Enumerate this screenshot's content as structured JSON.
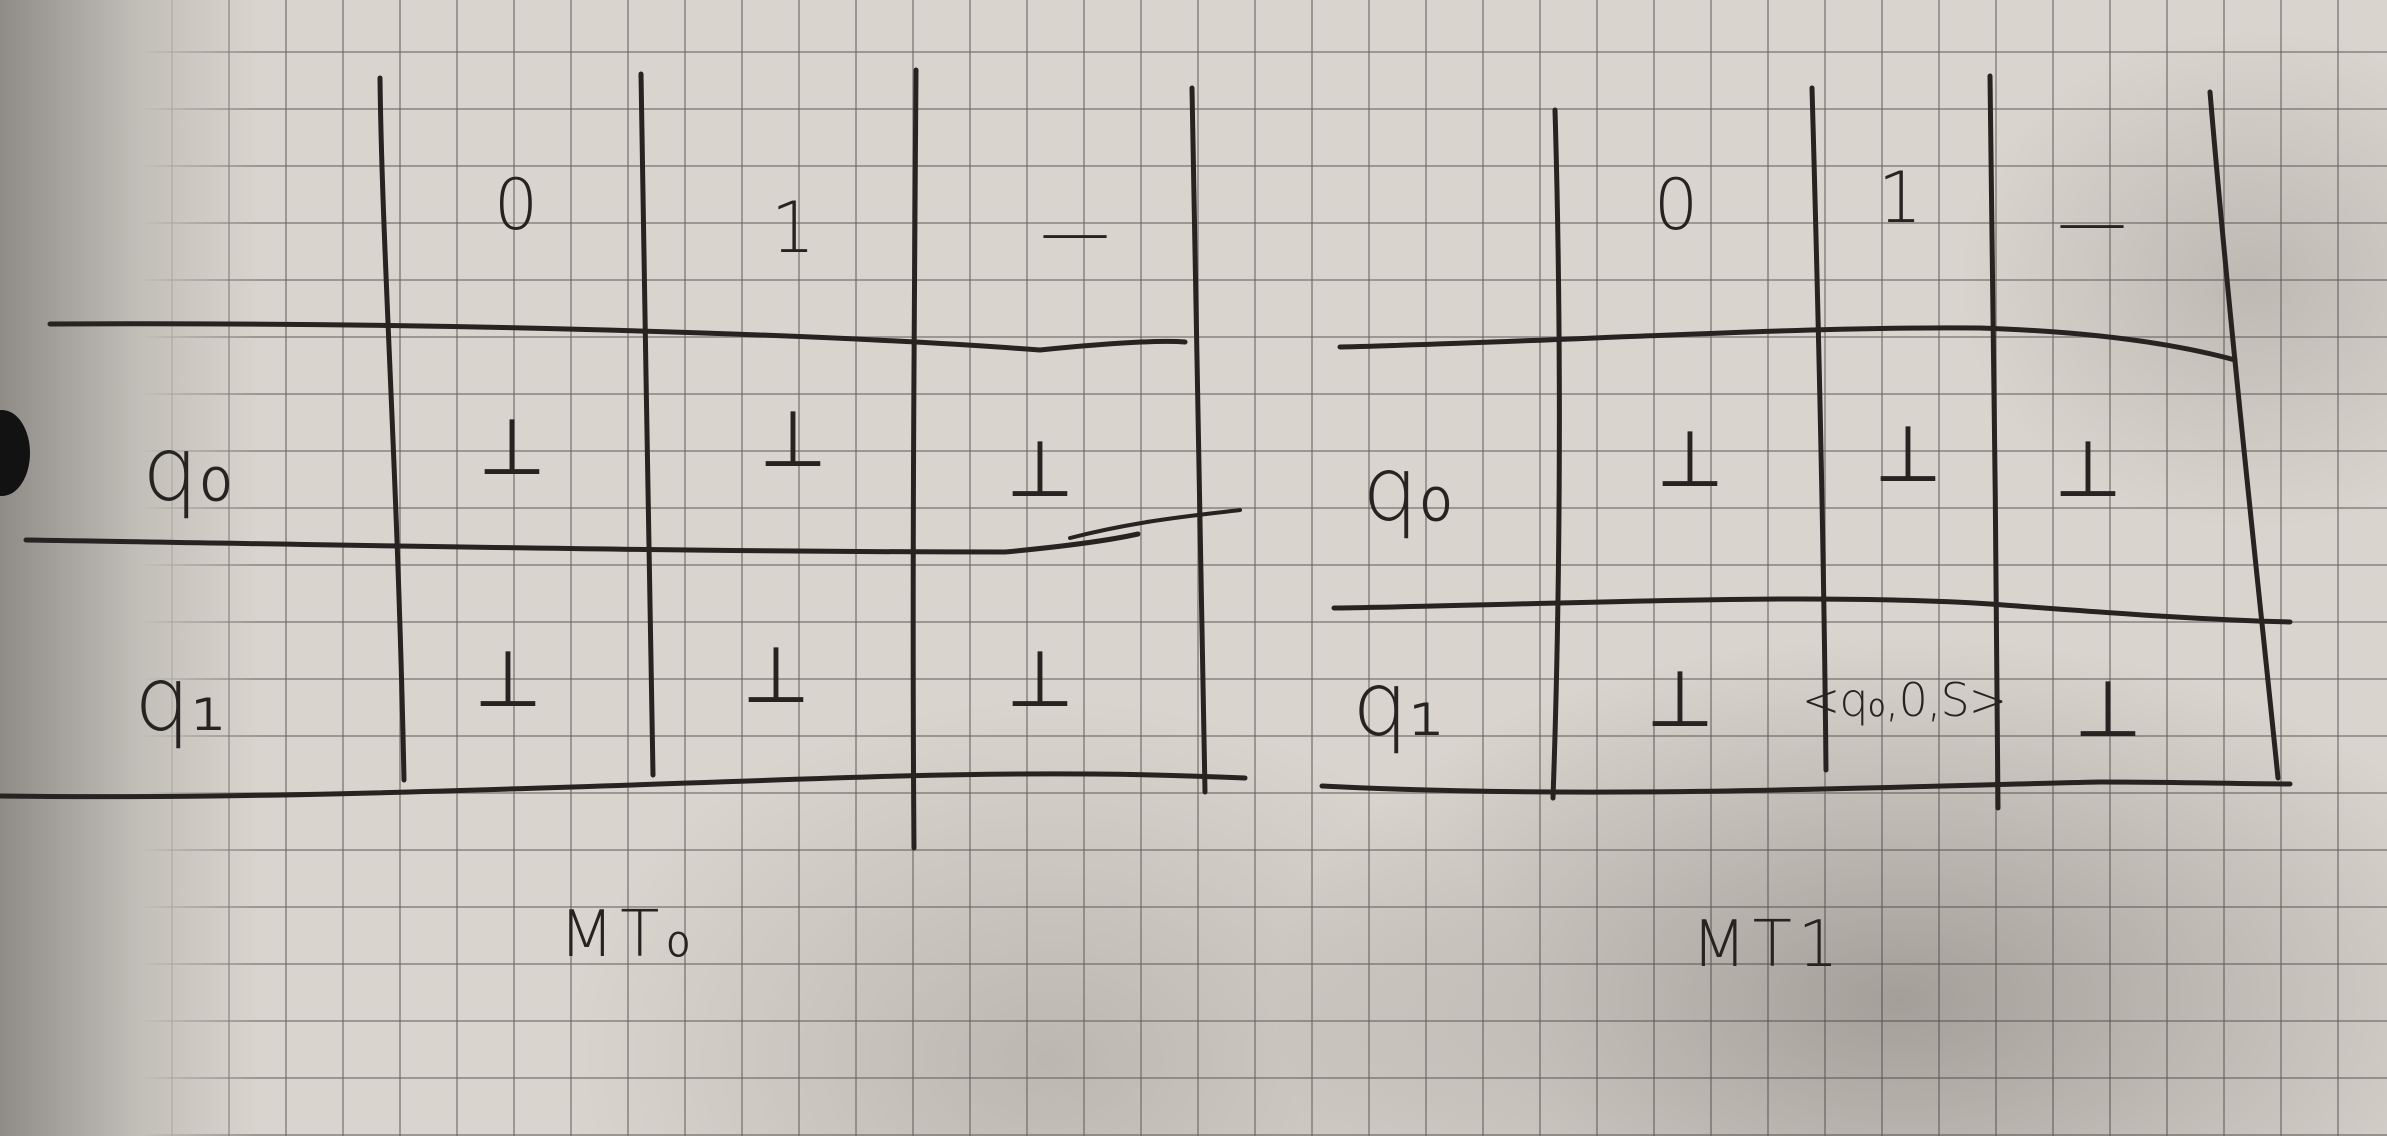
{
  "tables": [
    {
      "caption": "MT₀",
      "columns": [
        "0",
        "1",
        "—"
      ],
      "rows": [
        {
          "state": "q₀",
          "cells": [
            "⊥",
            "⊥",
            "⊥"
          ]
        },
        {
          "state": "q₁",
          "cells": [
            "⊥",
            "⊥",
            "⊥"
          ]
        }
      ]
    },
    {
      "caption": "MT1",
      "columns": [
        "0",
        "1",
        "—"
      ],
      "rows": [
        {
          "state": "q₀",
          "cells": [
            "⊥",
            "⊥",
            "⊥"
          ]
        },
        {
          "state": "q₁",
          "cells": [
            "⊥",
            "<q₀,0,S>",
            "⊥"
          ]
        }
      ]
    }
  ],
  "colors": {
    "ink": "#262321",
    "paper": "#d9d5ce",
    "grid": "#686460"
  }
}
